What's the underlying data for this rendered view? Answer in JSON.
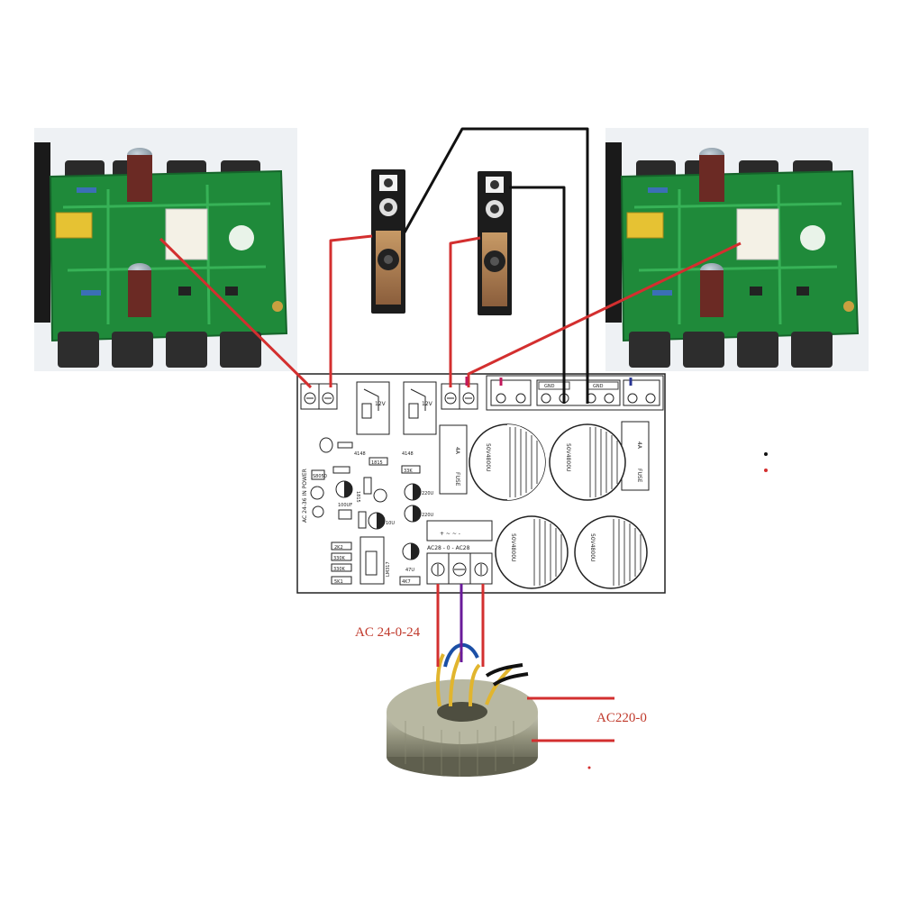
{
  "labels": {
    "transformer_secondary": "AC 24-0-24",
    "mains_input": "AC220-0"
  },
  "power_board": {
    "silkscreen": {
      "relay_voltage": "12V",
      "fuse": "FUSE",
      "fuse_rating": "4A",
      "cap_rating": "50V4800U",
      "ac_input": "AC28 - 0 - AC28",
      "gnd": "GND",
      "board_name": "AC 24-36 IN POWER",
      "c_220u": "220U",
      "c_10u": "10U",
      "c_47u": "47U",
      "c_100uf": "100UF",
      "r_2k2": "2K2",
      "r_330k": "330K",
      "r_33k": "33K",
      "r_5k1": "5K1",
      "r_4k7": "4K7",
      "reg": "LM317",
      "d_1815": "1815",
      "d_4148": "4148",
      "t_s8050": "S8050"
    }
  },
  "colors": {
    "wire_red": "#d32f2f",
    "wire_black": "#111111",
    "wire_purple": "#6a1b9a",
    "pcb_green": "#1f8a3a",
    "label_red": "#c0392b"
  },
  "icons": [
    "amplifier-board-left-photo",
    "amplifier-board-right-photo",
    "speaker-left",
    "speaker-right",
    "toroidal-transformer"
  ]
}
